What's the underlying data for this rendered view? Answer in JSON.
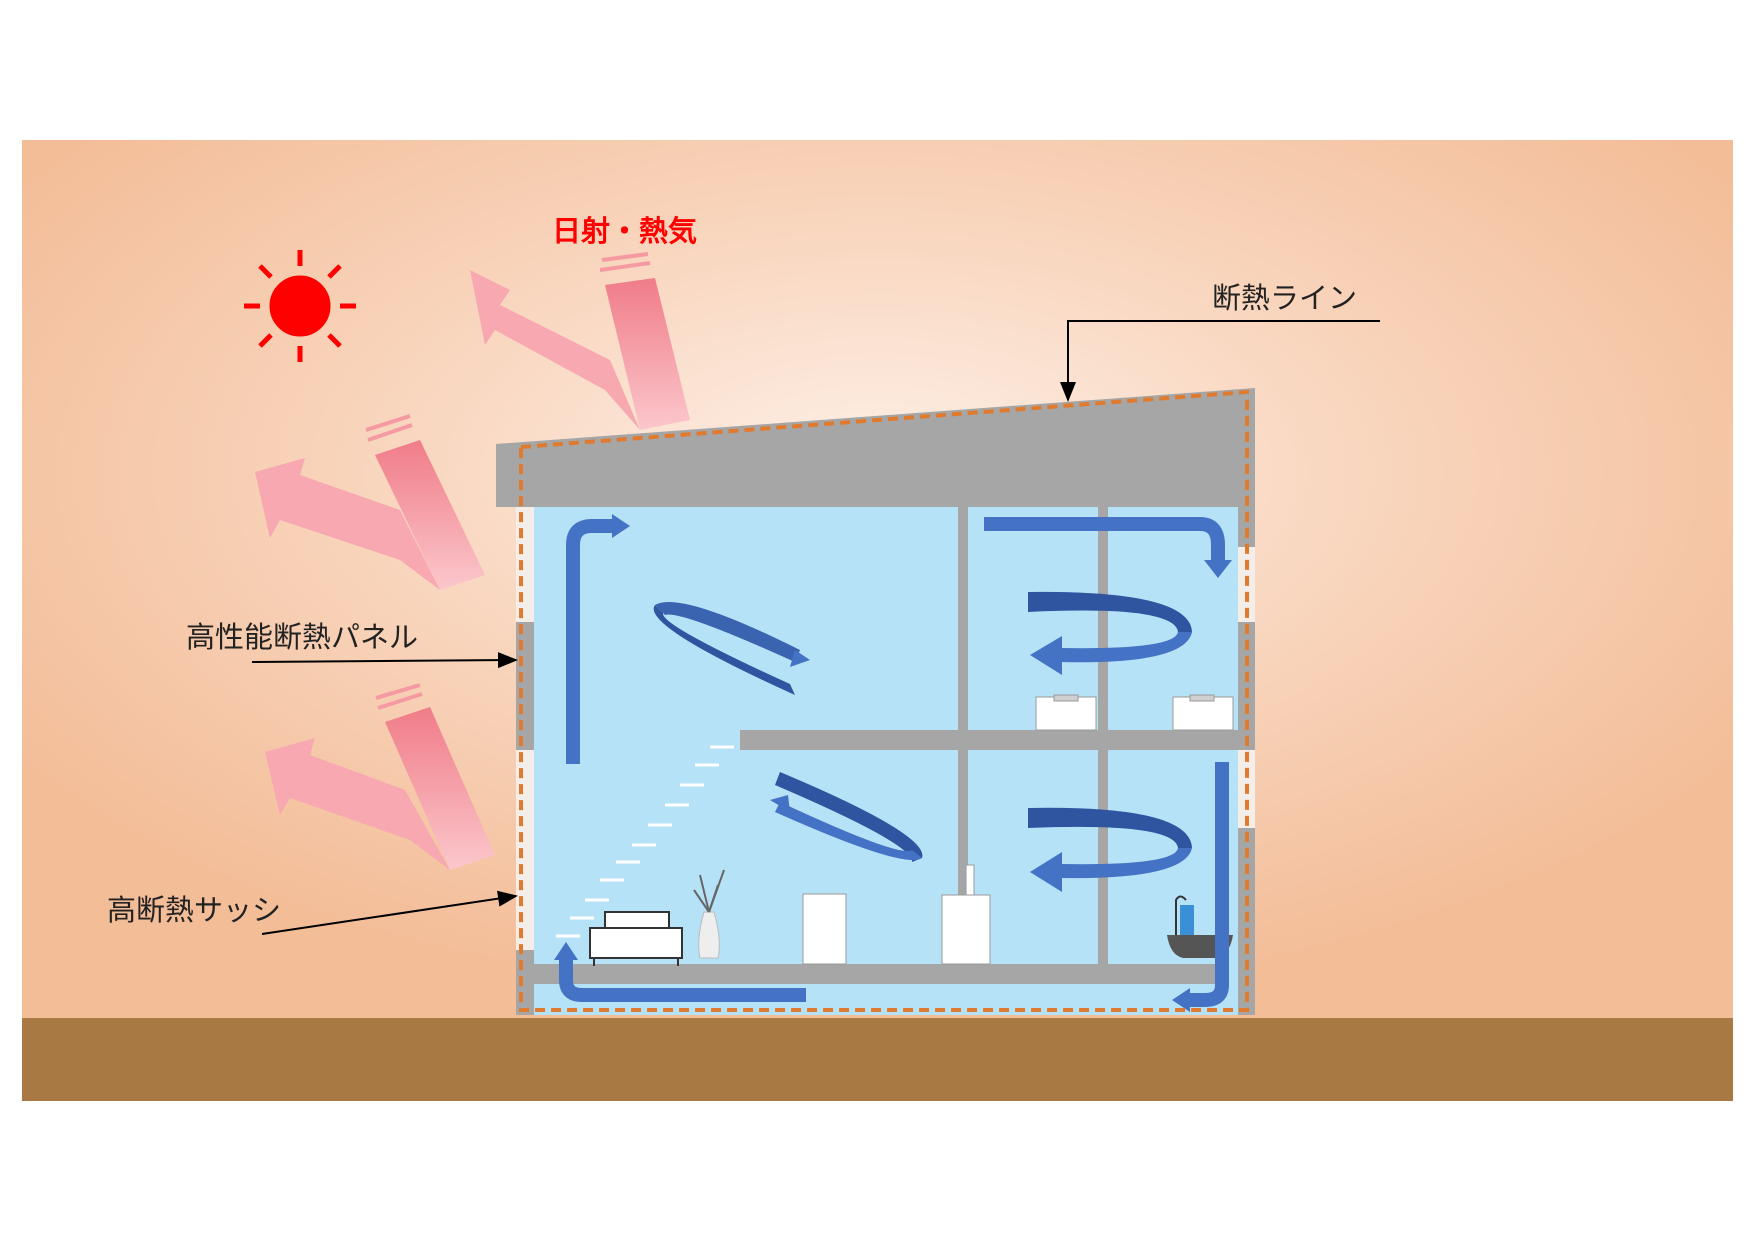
{
  "labels": {
    "sunlight_heat": "日射・熱気",
    "insulation_line": "断熱ライン",
    "insulation_panel": "高性能断熱パネル",
    "insulated_sash": "高断熱サッシ"
  },
  "colors": {
    "sky_center": "#fbe3d4",
    "sky_edge": "#f4bf9b",
    "ground": "#a87943",
    "roof_wall_gray": "#a6a6a6",
    "interior": "#b6e2f8",
    "airflow_blue": "#4472c4",
    "airflow_dark": "#2f55a0",
    "insulation_line": "#e07a2e",
    "sun": "#ff0000",
    "heat_arrow": "#f59aa3",
    "sunlight_label": "#ff0000"
  },
  "icons": [
    "sun-icon",
    "sofa-icon",
    "vase-icon",
    "bathtub-icon",
    "bed-icon"
  ]
}
